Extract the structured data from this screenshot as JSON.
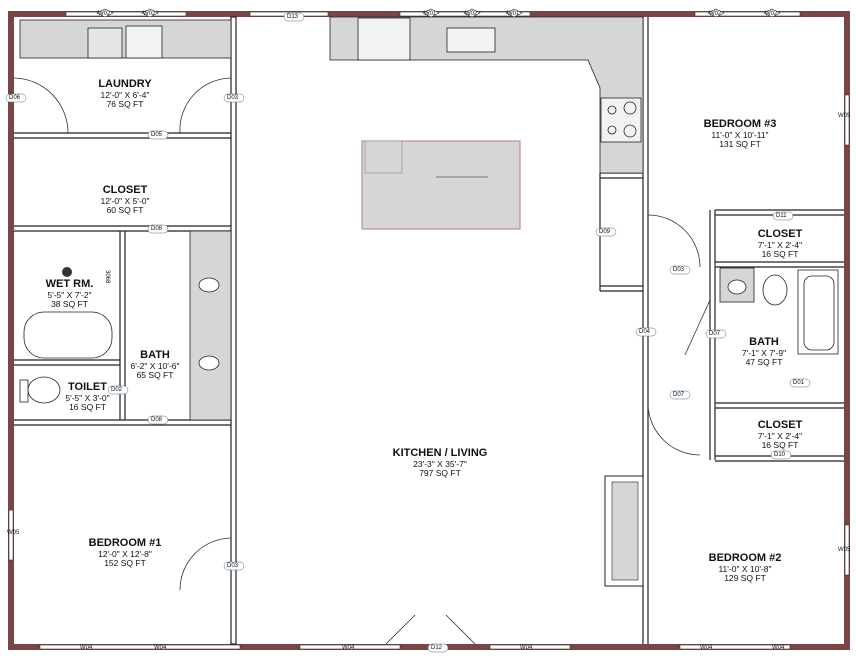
{
  "rooms": {
    "laundry": {
      "name": "LAUNDRY",
      "dims": "12'-0\" X 6'-4\"",
      "area": "76 SQ FT"
    },
    "closet_l": {
      "name": "CLOSET",
      "dims": "12'-0\" X 5'-0\"",
      "area": "60 SQ FT"
    },
    "wetroom": {
      "name": "WET RM.",
      "dims": "5'-5\" X 7'-2\"",
      "area": "38 SQ FT"
    },
    "bath_l": {
      "name": "BATH",
      "dims": "6'-2\" X 10'-6\"",
      "area": "65 SQ FT"
    },
    "toilet": {
      "name": "TOILET",
      "dims": "5'-5\" X 3'-0\"",
      "area": "16 SQ FT"
    },
    "bedroom1": {
      "name": "BEDROOM #1",
      "dims": "12'-0\" X 12'-8\"",
      "area": "152 SQ FT"
    },
    "kitchen": {
      "name": "KITCHEN / LIVING",
      "dims": "23'-3\" X 35'-7\"",
      "area": "797 SQ FT"
    },
    "bedroom3": {
      "name": "BEDROOM #3",
      "dims": "11'-0\" X 10'-11\"",
      "area": "131 SQ FT"
    },
    "closet_r1": {
      "name": "CLOSET",
      "dims": "7'-1\" X 2'-4\"",
      "area": "16 SQ FT"
    },
    "bath_r": {
      "name": "BATH",
      "dims": "7'-1\" X 7'-9\"",
      "area": "47 SQ FT"
    },
    "closet_r2": {
      "name": "CLOSET",
      "dims": "7'-1\" X 2'-4\"",
      "area": "16 SQ FT"
    },
    "bedroom2": {
      "name": "BEDROOM #2",
      "dims": "11'-0\" X 10'-8\"",
      "area": "129 SQ FT"
    }
  },
  "window_tags": {
    "w02": "W02",
    "w01": "W01",
    "w04": "W04",
    "w05": "W05"
  },
  "door_tags": {
    "d13": "D13",
    "d06": "D06",
    "d03": "D03",
    "d05": "D05",
    "d08": "D08",
    "d02": "D02",
    "d09": "D09",
    "d04": "D04",
    "d07": "D07",
    "d11": "D11",
    "d01": "D01",
    "d10": "D10",
    "d12": "D12"
  },
  "fixture_text": {
    "wetroom_door_width": "3068"
  },
  "colors": {
    "exterior_wall": "#7a4545",
    "fixture_gray": "#d6d6d6",
    "line": "#222222",
    "island_edge": "#b07a86"
  }
}
